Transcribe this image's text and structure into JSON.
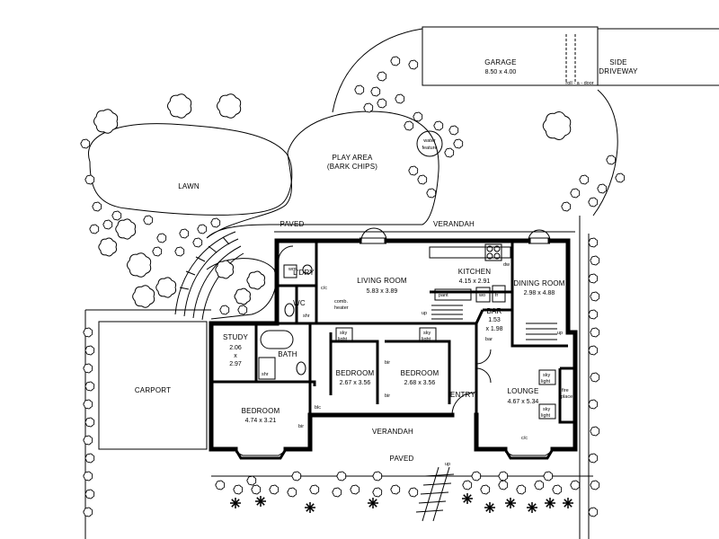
{
  "garage": {
    "name": "GARAGE",
    "dims": "8.50 x 4.00",
    "door": "roll - a - door"
  },
  "side_driveway": {
    "line1": "SIDE",
    "line2": "DRIVEWAY"
  },
  "play_area": {
    "line1": "PLAY AREA",
    "line2": "(BARK CHIPS)"
  },
  "water_feature": {
    "line1": "water",
    "line2": "feature"
  },
  "lawn": "LAWN",
  "paved_top": "PAVED",
  "verandah_top": "VERANDAH",
  "laundry": "L'DRY",
  "wc": "WC",
  "living": {
    "name": "LIVING ROOM",
    "dims": "5.83 x 3.89"
  },
  "kitchen": {
    "name": "KITCHEN",
    "dims": "4.15 x 2.91"
  },
  "dining": {
    "name": "DINING ROOM",
    "dims": "2.98 x 4.88"
  },
  "bar": {
    "name": "BAR",
    "dims_line1": "1.53",
    "dims_line2": "x 1.98"
  },
  "study": {
    "name": "STUDY",
    "dims_line1": "2.06",
    "dims_line2": "x",
    "dims_line3": "2.97"
  },
  "bath": "BATH",
  "bedroom_main": {
    "name": "BEDROOM",
    "dims": "4.74 x 3.21"
  },
  "bedroom2": {
    "name": "BEDROOM",
    "dims": "2.67 x 3.56"
  },
  "bedroom3": {
    "name": "BEDROOM",
    "dims": "2.68 x 3.56"
  },
  "entry": "ENTRY",
  "lounge": {
    "name": "LOUNGE",
    "dims": "4.67 x 5.34"
  },
  "carport": "CARPORT",
  "verandah_bottom": "VERANDAH",
  "paved_bottom": "PAVED",
  "small_labels": {
    "wm": "wm",
    "cc": "c/c",
    "comb_heater_1": "comb.",
    "comb_heater_2": "heater",
    "shr": "shr",
    "shr2": "shr",
    "up1": "up",
    "up2": "up",
    "up3": "up",
    "dw": "dw",
    "fr": "fr",
    "wo": "wo",
    "pantry": "pant",
    "bar_small": "bar",
    "skylight1a": "sky",
    "skylight1b": "light",
    "skylight2a": "sky",
    "skylight2b": "light",
    "skylight3a": "sky",
    "skylight3b": "light",
    "skylight4a": "sky",
    "skylight4b": "light",
    "fireplace1": "fire",
    "fireplace2": "place",
    "bir1": "bir",
    "bir2": "bir",
    "bir3": "bir",
    "blc": "blc",
    "cc2": "c/c"
  }
}
